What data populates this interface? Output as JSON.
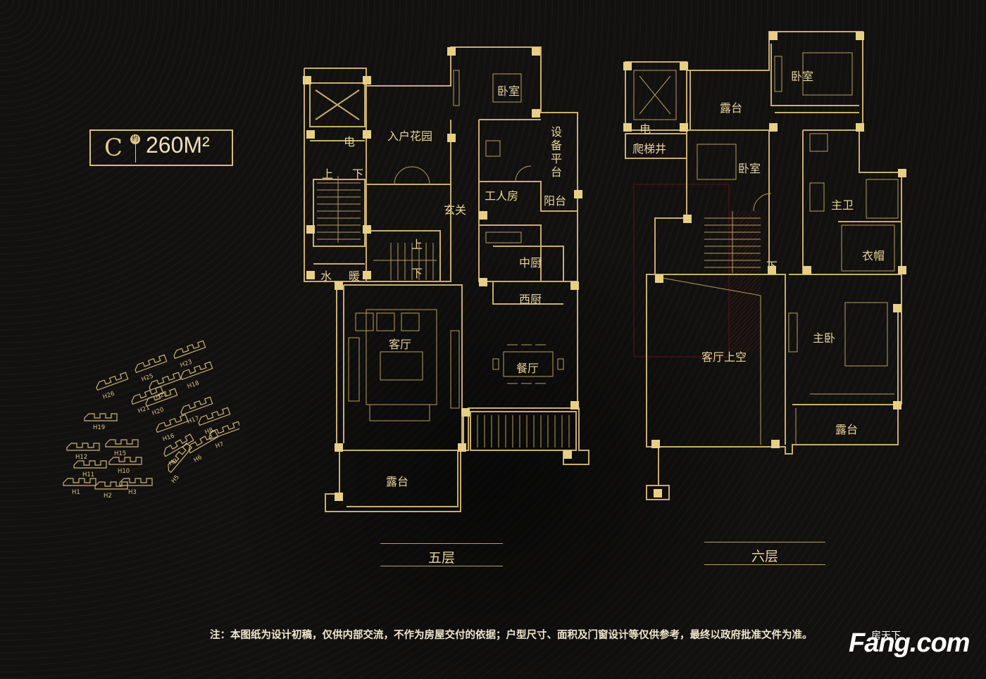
{
  "unit": {
    "letter": "C",
    "badge": "约",
    "area": "260M²"
  },
  "site_map": {
    "buildings": [
      "H26",
      "H25",
      "H23",
      "H21",
      "H22",
      "H18",
      "H19",
      "H20",
      "H17",
      "H16",
      "H8",
      "H7",
      "H12",
      "H15",
      "H9",
      "H6",
      "H5",
      "H11",
      "H10",
      "H1",
      "H2",
      "H3"
    ]
  },
  "floor5": {
    "label": "五层",
    "rooms": {
      "elevator": "电",
      "up1": "上",
      "down1": "下",
      "entry_garden": "入户花园",
      "bedroom": "卧室",
      "equipment": "设备平台",
      "foyer": "玄关",
      "maid_room": "工人房",
      "balcony": "阳台",
      "stair_up": "上",
      "stair_down": "下",
      "water": "水",
      "heating": "暖",
      "chinese_kitchen": "中厨",
      "western_kitchen": "西厨",
      "living": "客厅",
      "dining": "餐厅",
      "terrace": "露台"
    }
  },
  "floor6": {
    "label": "六层",
    "rooms": {
      "terrace_top": "露台",
      "bedroom_a": "卧室",
      "elevator": "电",
      "climbing_shaft": "爬梯井",
      "bedroom_b": "卧室",
      "master_bath": "主卫",
      "closet": "衣帽",
      "down": "下",
      "void": "客厅上空",
      "master_bedroom": "主卧",
      "terrace_bottom": "露台"
    }
  },
  "note": "注：本图纸为设计初稿，仅供内部交流，不作为房屋交付的依据；户型尺寸、面积及门窗设计等仅供参考，最终以政府批准文件为准。",
  "watermark": {
    "main": "Fang.com",
    "sub": "房天下"
  }
}
